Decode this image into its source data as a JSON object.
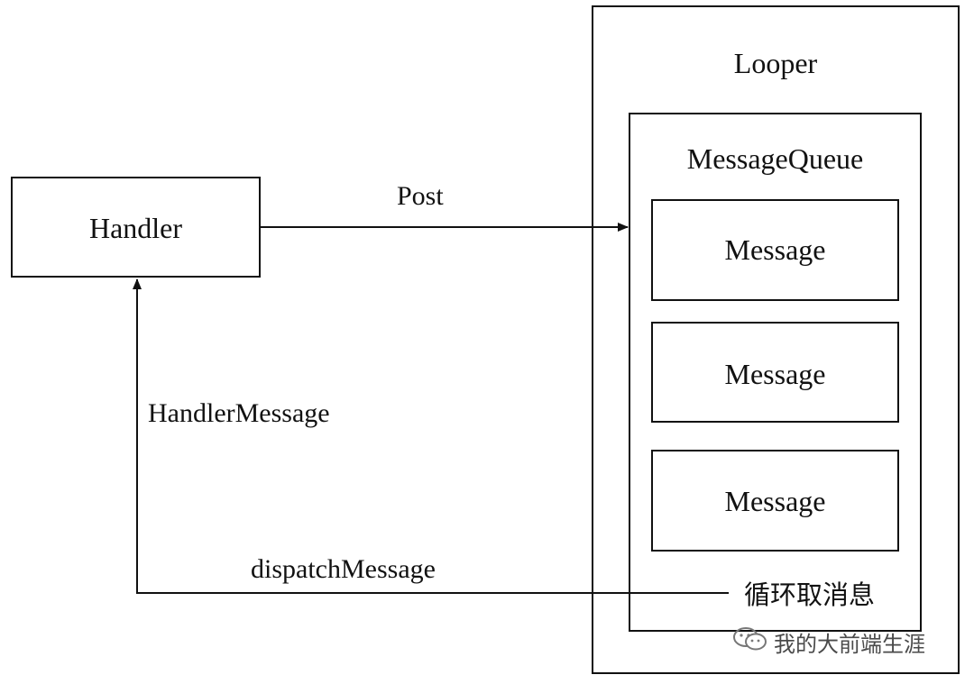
{
  "diagram": {
    "handler": {
      "label": "Handler"
    },
    "looper": {
      "label": "Looper"
    },
    "queue": {
      "label": "MessageQueue"
    },
    "messages": [
      {
        "label": "Message"
      },
      {
        "label": "Message"
      },
      {
        "label": "Message"
      }
    ],
    "edges": {
      "post": "Post",
      "handler_message": "HandlerMessage",
      "dispatch_message": "dispatchMessage",
      "loop_fetch": "循环取消息"
    }
  },
  "watermark": {
    "text": "我的大前端生涯",
    "icon": "wechat-icon"
  },
  "colors": {
    "line": "#111111",
    "background": "#ffffff",
    "watermark": "#4a4a4a"
  }
}
